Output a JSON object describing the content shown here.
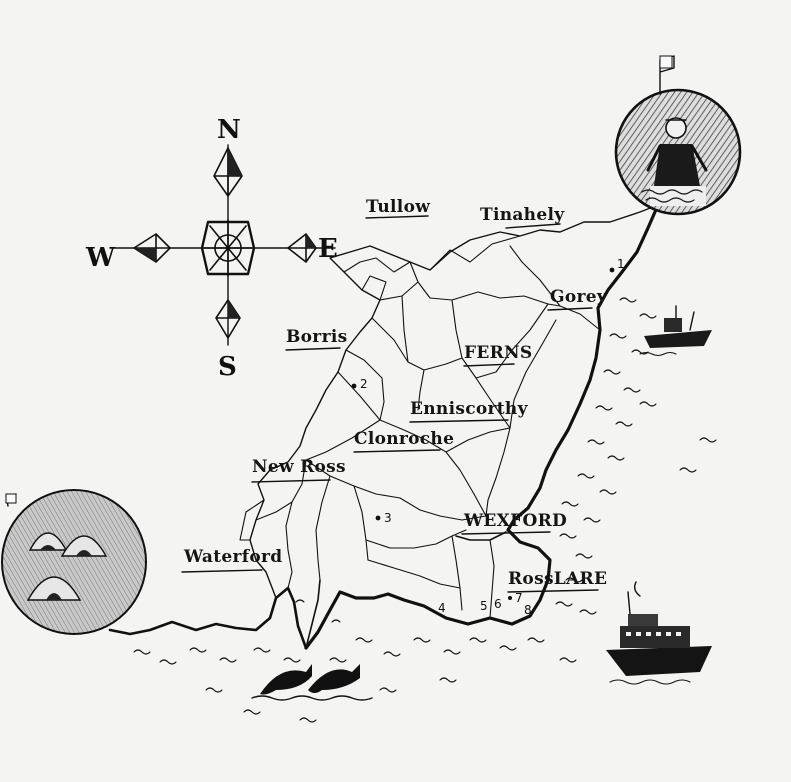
{
  "compass": {
    "north": "N",
    "south": "S",
    "east": "E",
    "west": "W"
  },
  "towns": [
    {
      "id": "tullow",
      "label": "Tullow"
    },
    {
      "id": "tinahely",
      "label": "Tinahely"
    },
    {
      "id": "gorey",
      "label": "Gorey"
    },
    {
      "id": "borris",
      "label": "Borris"
    },
    {
      "id": "ferns",
      "label": "FERNS"
    },
    {
      "id": "enniscorthy",
      "label": "Enniscorthy"
    },
    {
      "id": "clonroche",
      "label": "Clonroche"
    },
    {
      "id": "new-ross",
      "label": "New Ross"
    },
    {
      "id": "wexford",
      "label": "WEXFORD"
    },
    {
      "id": "waterford",
      "label": "Waterford"
    },
    {
      "id": "rosslare",
      "label": "RossLARE"
    }
  ],
  "markers": [
    "1",
    "2",
    "3",
    "4",
    "5",
    "6",
    "7",
    "8"
  ],
  "vignettes": {
    "top_right": "figure-in-water-vignette",
    "bottom_left": "stone-huts-vignette",
    "boats": [
      "fishing-boat",
      "ferry-ship"
    ],
    "animals": "dolphins"
  }
}
